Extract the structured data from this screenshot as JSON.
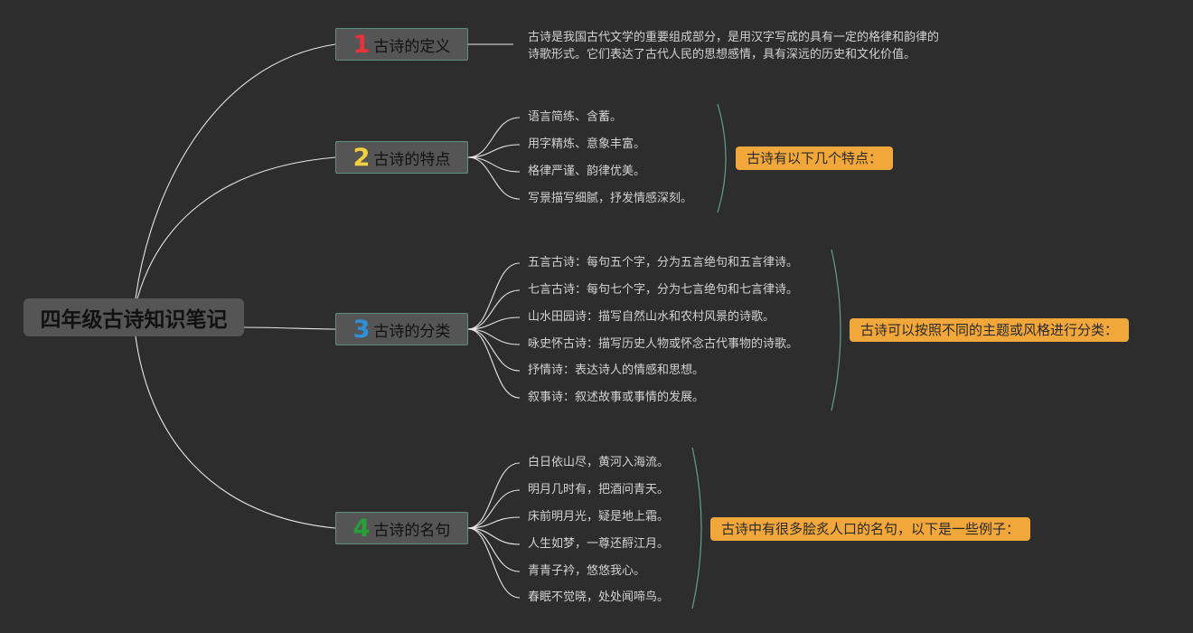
{
  "root": {
    "title": "四年级古诗知识笔记"
  },
  "branches": [
    {
      "num": "1",
      "num_color": "#e8313b",
      "label": "古诗的定义",
      "leaves": [
        "古诗是我国古代文学的重要组成部分，是用汉字写成的具有一定的格律和韵律的",
        "诗歌形式。它们表达了古代人民的思想感情，具有深远的历史和文化价值。"
      ]
    },
    {
      "num": "2",
      "num_color": "#f4d03f",
      "label": "古诗的特点",
      "note": "古诗有以下几个特点：",
      "leaves": [
        "语言简练、含蓄。",
        "用字精炼、意象丰富。",
        "格律严谨、韵律优美。",
        "写景描写细腻，抒发情感深刻。"
      ]
    },
    {
      "num": "3",
      "num_color": "#2f8fd8",
      "label": "古诗的分类",
      "note": "古诗可以按照不同的主题或风格进行分类：",
      "leaves": [
        "五言古诗：每句五个字，分为五言绝句和五言律诗。",
        "七言古诗：每句七个字，分为七言绝句和七言律诗。",
        "山水田园诗：描写自然山水和农村风景的诗歌。",
        "咏史怀古诗：描写历史人物或怀念古代事物的诗歌。",
        "抒情诗：表达诗人的情感和思想。",
        "叙事诗：叙述故事或事情的发展。"
      ]
    },
    {
      "num": "4",
      "num_color": "#27a03a",
      "label": "古诗的名句",
      "note": "古诗中有很多脍炙人口的名句，以下是一些例子：",
      "leaves": [
        "白日依山尽，黄河入海流。",
        "明月几时有，把酒问青天。",
        "床前明月光，疑是地上霜。",
        "人生如梦，一尊还酹江月。",
        "青青子衿，悠悠我心。",
        "春眠不觉晓，处处闻啼鸟。"
      ]
    }
  ]
}
